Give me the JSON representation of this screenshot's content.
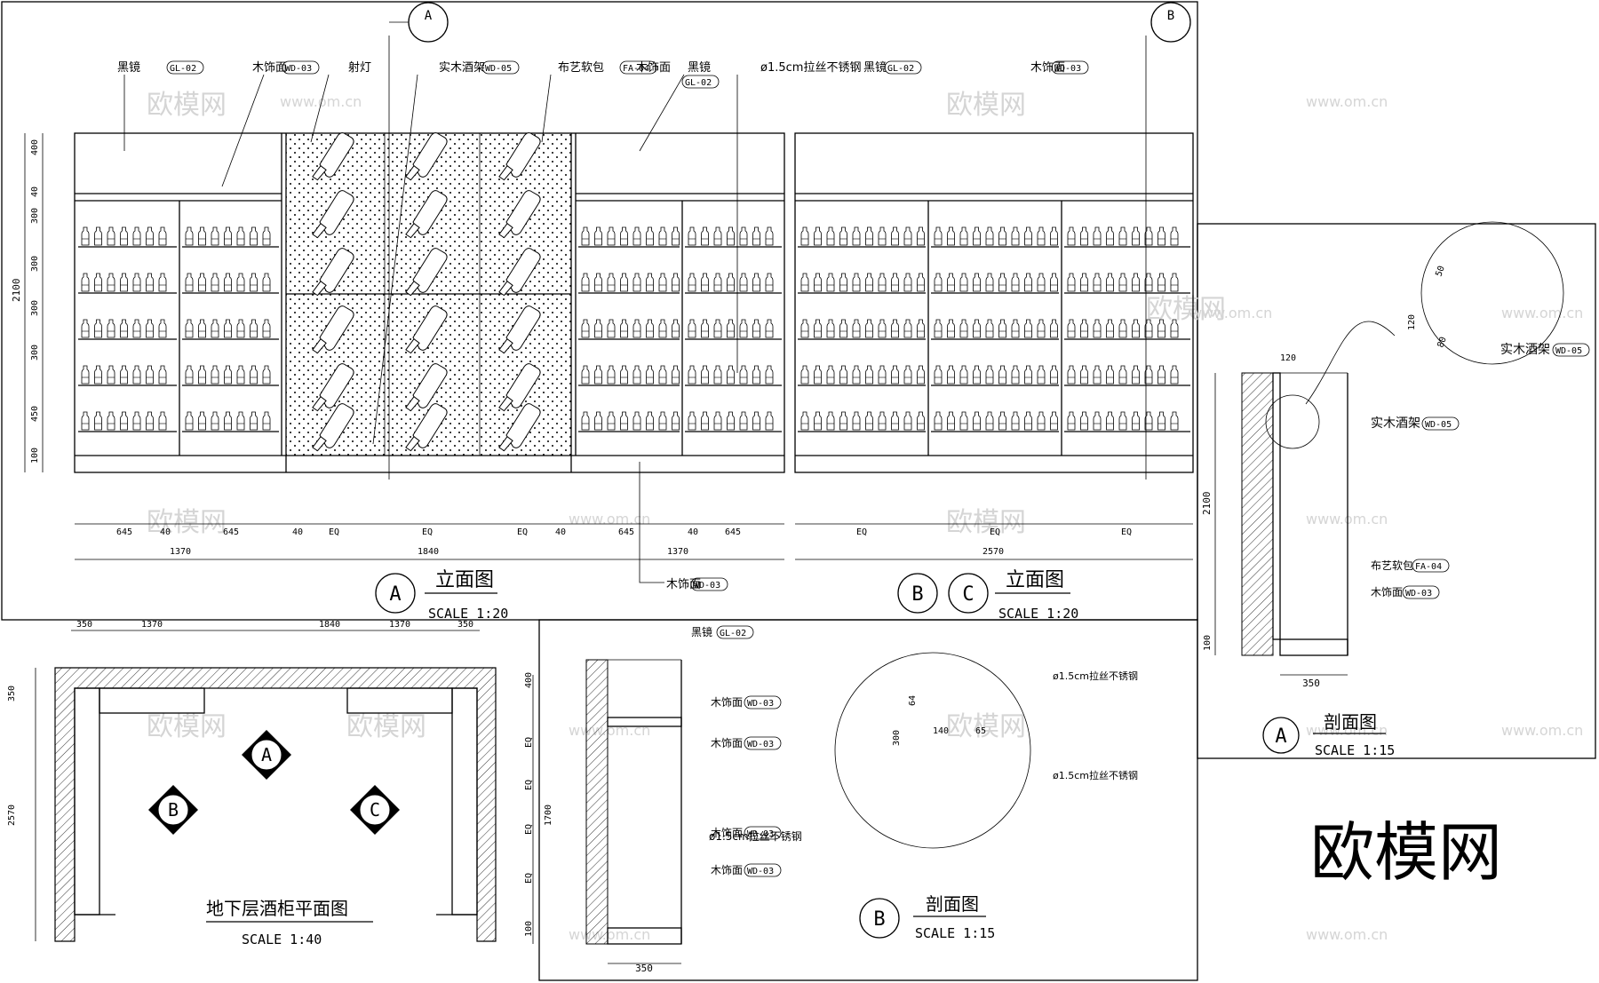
{
  "watermark": {
    "logo": "欧模网",
    "url": "www.om.cn",
    "corner_logo": "欧模网"
  },
  "elevation_a": {
    "title": "立面图",
    "scale": "SCALE 1:20",
    "marker": "A",
    "labels": [
      "黑镜",
      "GL-02",
      "木饰面",
      "WD-03",
      "射灯",
      "实木酒架",
      "WD-05",
      "布艺软包",
      "FA-04",
      "黑镜",
      "GL-02",
      "ø1.5cm拉丝不锈钢",
      "木饰面",
      "WD-03"
    ],
    "heights": [
      "400",
      "40",
      "300",
      "300",
      "300",
      "300",
      "450",
      "100"
    ],
    "total_height": "2100",
    "widths_top": [
      "645",
      "40",
      "645",
      "40",
      "EQ",
      "EQ",
      "EQ",
      "40",
      "645",
      "40",
      "645"
    ],
    "widths_bottom": [
      "1370",
      "1840",
      "1370"
    ]
  },
  "elevation_bc": {
    "title": "立面图",
    "scale": "SCALE 1:20",
    "markers": [
      "B",
      "C"
    ],
    "labels": [
      "黑镜",
      "GL-02",
      "木饰面",
      "WD-03"
    ],
    "widths_top": [
      "EQ",
      "EQ",
      "EQ"
    ],
    "widths_bottom": [
      "2570"
    ]
  },
  "section_marks": [
    "A",
    "B"
  ],
  "plan": {
    "title": "地下层酒柜平面图",
    "scale": "SCALE 1:40",
    "top_dims": [
      "350",
      "1370",
      "1840",
      "1370",
      "350"
    ],
    "left_dims": [
      "350",
      "2570"
    ],
    "markers": [
      "A",
      "B",
      "C"
    ]
  },
  "section_b": {
    "title": "剖面图",
    "scale": "SCALE 1:15",
    "marker": "B",
    "labels": [
      "黑镜",
      "GL-02",
      "木饰面",
      "WD-03",
      "木饰面",
      "WD-03",
      "ø1.5cm拉丝不锈钢",
      "木饰面",
      "WD-03",
      "木饰面",
      "WD-03"
    ],
    "heights": [
      "400",
      "EQ",
      "EQ",
      "EQ",
      "EQ",
      "100"
    ],
    "total_height": "1700",
    "width": "350",
    "detail_labels": [
      "ø1.5cm拉丝不锈钢",
      "ø1.5cm拉丝不锈钢"
    ],
    "detail_dims": [
      "64",
      "140",
      "65",
      "300"
    ]
  },
  "section_a": {
    "title": "剖面图",
    "scale": "SCALE 1:15",
    "marker": "A",
    "labels": [
      "实木酒架",
      "WD-05",
      "布艺软包",
      "FA-04",
      "木饰面",
      "WD-03"
    ],
    "detail_label": "实木酒架",
    "detail_tag": "WD-05",
    "dims": [
      "120",
      "2100",
      "100",
      "350"
    ],
    "detail_dims": [
      "50",
      "120",
      "80"
    ]
  }
}
